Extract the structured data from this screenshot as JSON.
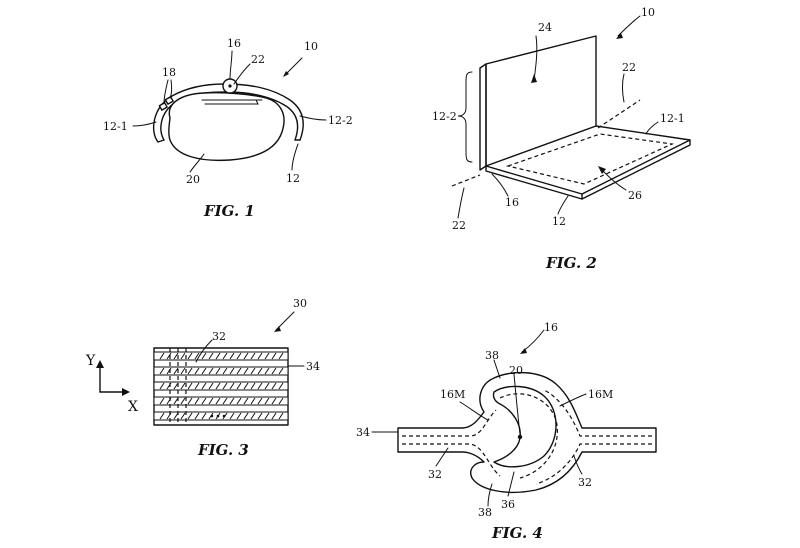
{
  "fig1": {
    "caption": "FIG. 1",
    "refs": {
      "r10": "10",
      "r16": "16",
      "r18": "18",
      "r22": "22",
      "r12_1": "12-1",
      "r12_2": "12-2",
      "r12": "12",
      "r20": "20"
    }
  },
  "fig2": {
    "caption": "FIG. 2",
    "refs": {
      "r10": "10",
      "r24": "24",
      "r22a": "22",
      "r12_2": "12-2",
      "r12_1": "12-1",
      "r26": "26",
      "r16": "16",
      "r12": "12",
      "r22b": "22"
    }
  },
  "fig3": {
    "caption": "FIG. 3",
    "axis_y": "Y",
    "axis_x": "X",
    "refs": {
      "r30": "30",
      "r32": "32",
      "r34": "34"
    }
  },
  "fig4": {
    "caption": "FIG. 4",
    "refs": {
      "r16": "16",
      "r38a": "38",
      "r20": "20",
      "r16m_left": "16M",
      "r16m_right": "16M",
      "r34": "34",
      "r32a": "32",
      "r32b": "32",
      "r38b": "38",
      "r36": "36"
    }
  }
}
